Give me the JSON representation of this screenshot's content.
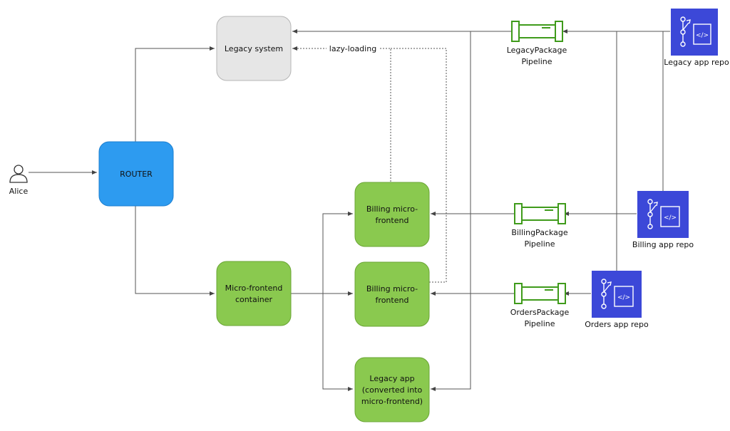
{
  "nodes": {
    "legacy_system": {
      "label": "Legacy system"
    },
    "router": {
      "label": "ROUTER"
    },
    "mf_container": {
      "label_lines": [
        "Micro-frontend",
        "container"
      ]
    },
    "billing_mf_1": {
      "label_lines": [
        "Billing micro-",
        "frontend"
      ]
    },
    "billing_mf_2": {
      "label_lines": [
        "Billing micro-",
        "frontend"
      ]
    },
    "legacy_app": {
      "label_lines": [
        "Legacy app",
        "(converted into",
        "micro-frontend)"
      ]
    }
  },
  "actor": {
    "label": "Alice",
    "icon": "person-icon"
  },
  "pipelines": [
    {
      "label_lines": [
        "LegacyPackage",
        "Pipeline"
      ],
      "icon": "pipeline-icon"
    },
    {
      "label_lines": [
        "BillingPackage",
        "Pipeline"
      ],
      "icon": "pipeline-icon"
    },
    {
      "label_lines": [
        "OrdersPackage",
        "Pipeline"
      ],
      "icon": "pipeline-icon"
    }
  ],
  "repos": [
    {
      "label": "Legacy app repo",
      "icon": "code-repository-icon"
    },
    {
      "label": "Billing app repo",
      "icon": "code-repository-icon"
    },
    {
      "label": "Orders app repo",
      "icon": "code-repository-icon"
    }
  ],
  "edge_labels": {
    "lazy_loading": "lazy-loading"
  },
  "colors": {
    "legacy_fill": "#e6e6e6",
    "router_fill": "#2d9bf0",
    "mf_fill": "#8ac94f",
    "repo_fill": "#3c48d8",
    "pipeline_stroke": "#3f9b1b",
    "line": "#444444"
  }
}
